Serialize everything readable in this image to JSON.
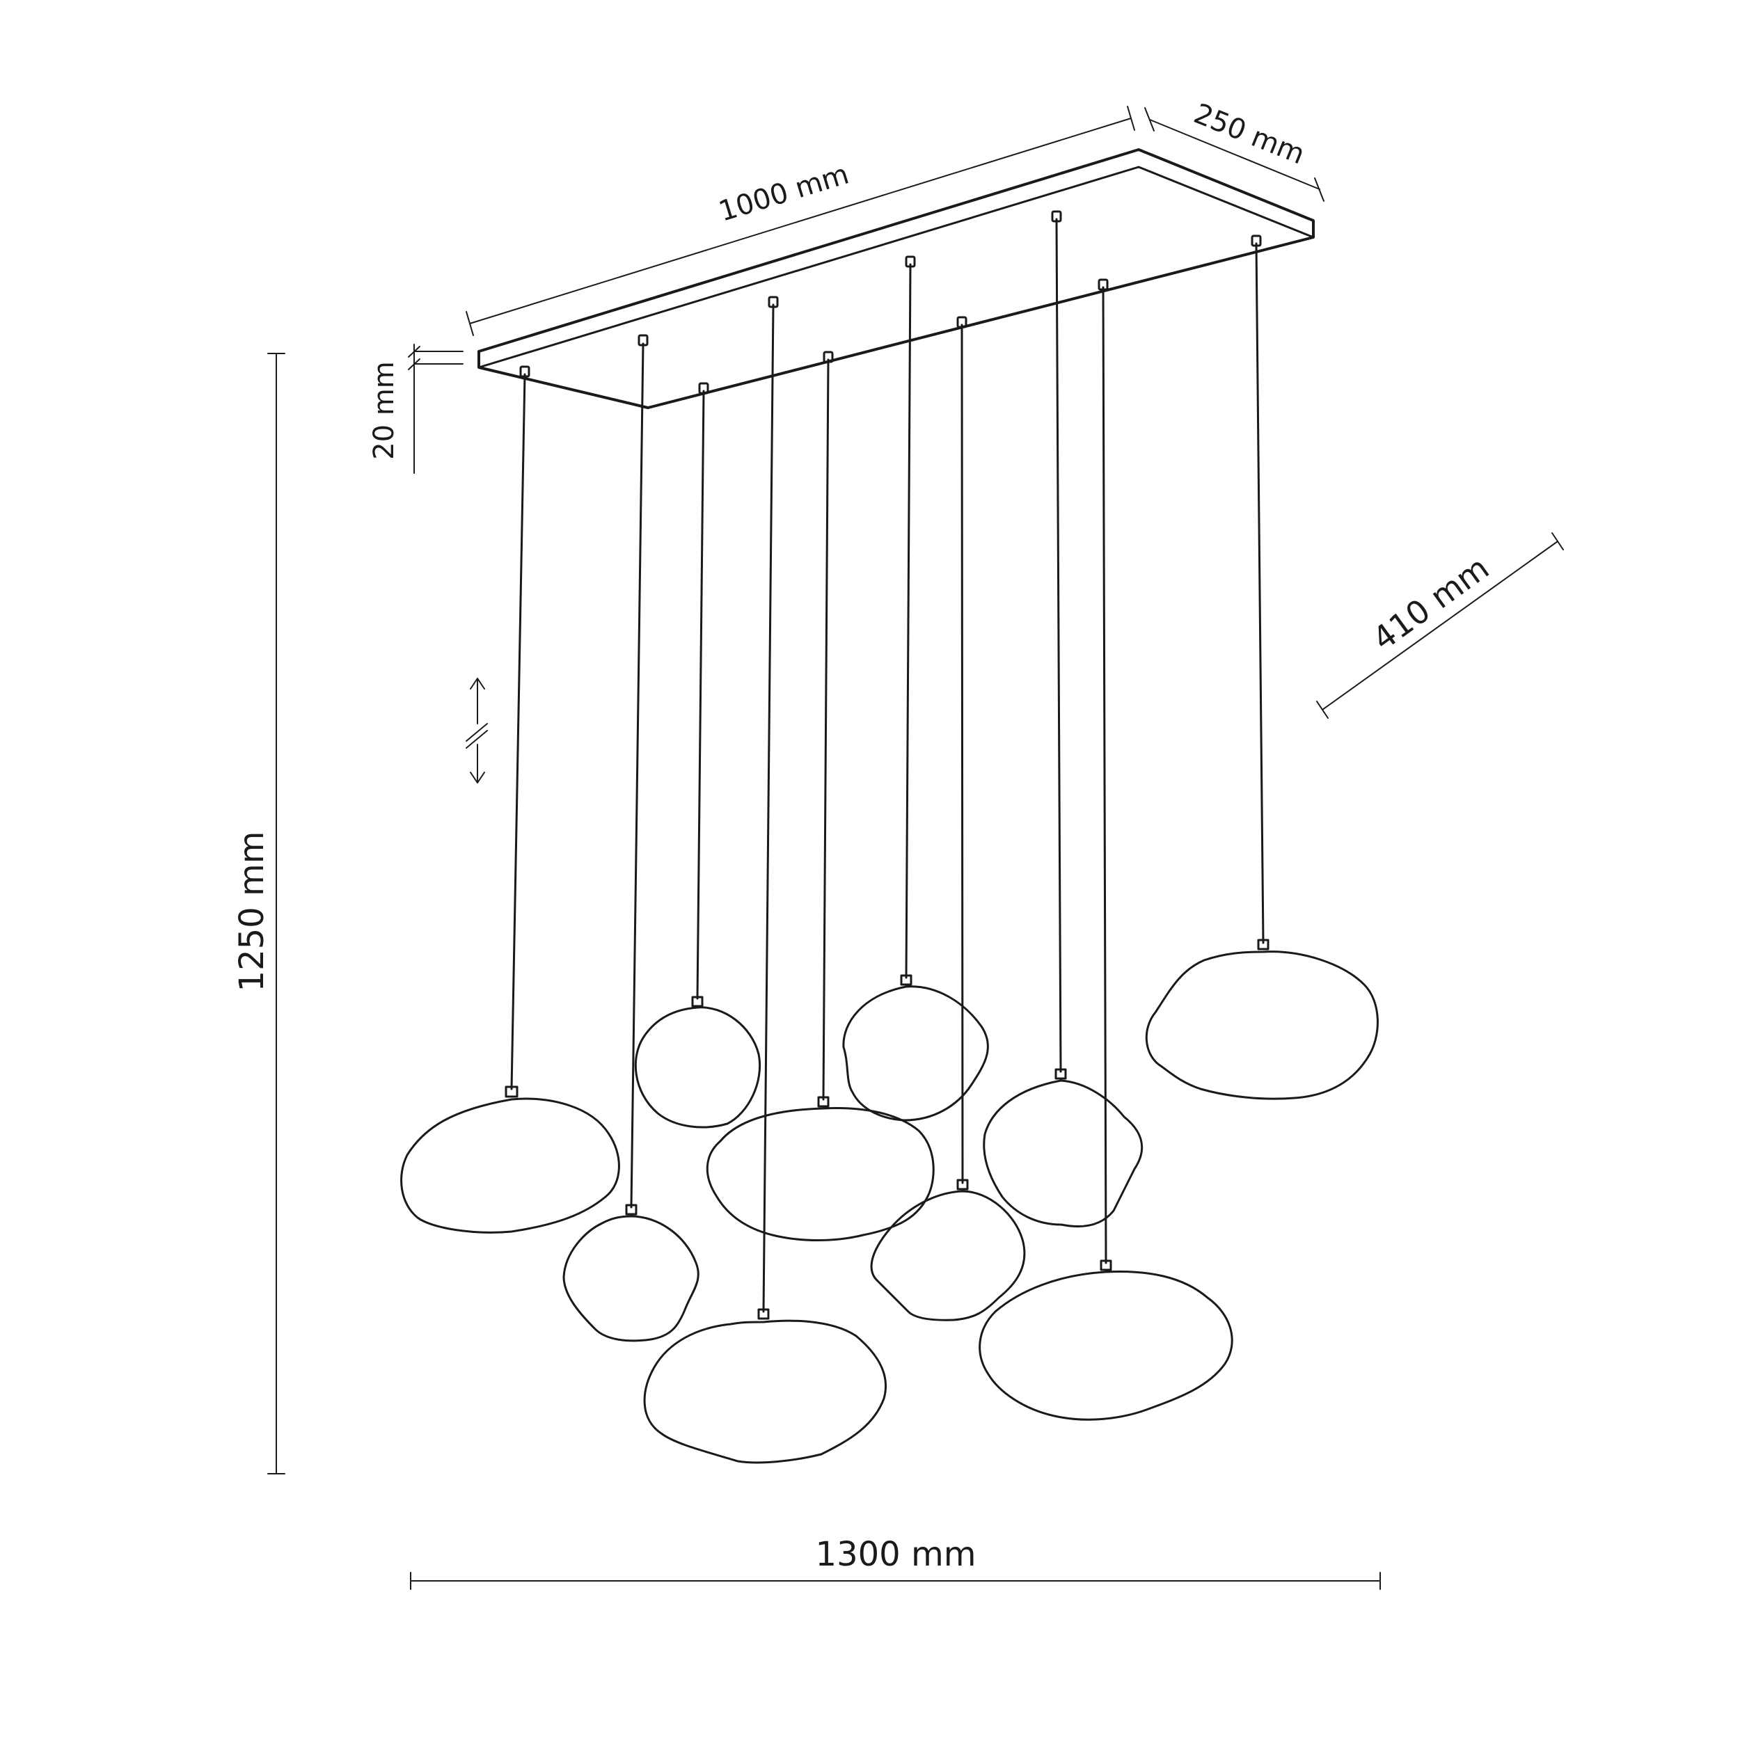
{
  "diagram": {
    "dimensions": {
      "canopy_length": "1000 mm",
      "canopy_width": "250 mm",
      "canopy_height": "20 mm",
      "total_height": "1250 mm",
      "total_width": "1300 mm",
      "shade_diameter": "410 mm"
    },
    "pendant_count": 10,
    "adjustable_cord": true,
    "colors": {
      "line": "#1a1a1a",
      "background": "#ffffff"
    }
  }
}
